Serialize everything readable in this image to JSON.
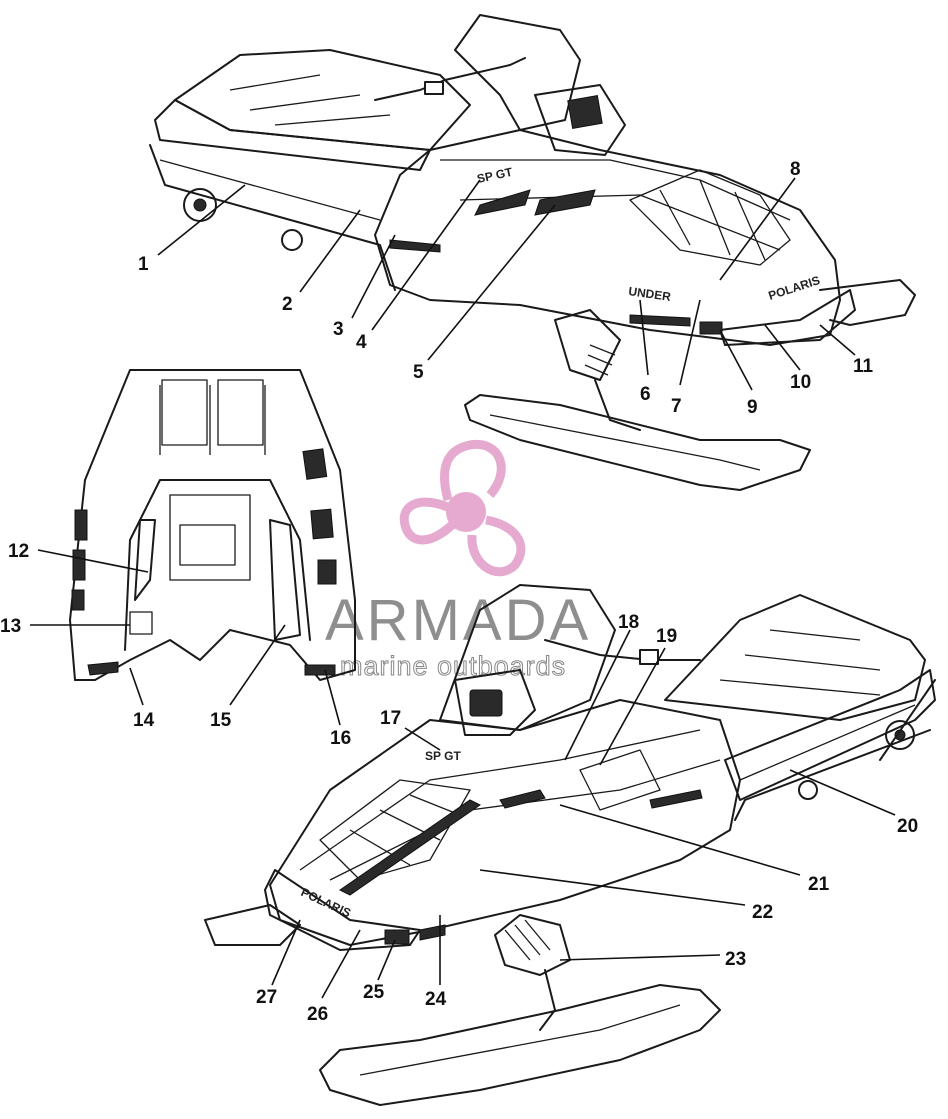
{
  "watermark": {
    "name": "ARMADA",
    "tagline": "marine outboards",
    "logo_color": "#e6a9cf"
  },
  "decals": {
    "sp_gt_top": "SP GT",
    "sp_gt_bottom": "SP GT",
    "model_badge": "UNDER",
    "polaris_top": "POLARIS",
    "polaris_bottom": "POLARIS"
  },
  "callouts": [
    "1",
    "2",
    "3",
    "4",
    "5",
    "6",
    "7",
    "8",
    "9",
    "10",
    "11",
    "12",
    "13",
    "14",
    "15",
    "16",
    "17",
    "18",
    "19",
    "20",
    "21",
    "22",
    "23",
    "24",
    "25",
    "26",
    "27"
  ]
}
